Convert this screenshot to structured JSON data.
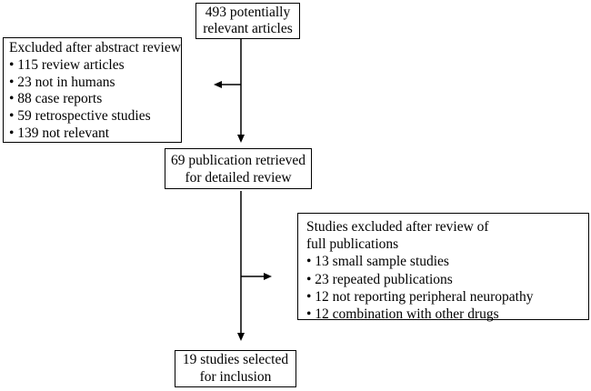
{
  "figure": {
    "colors": {
      "background": "#ffffff",
      "border": "#000000",
      "text": "#000000",
      "arrow": "#000000"
    },
    "boxes": {
      "identified": {
        "lines": [
          "493 potentially",
          "relevant articles"
        ]
      },
      "excluded_abstract": {
        "title": "Excluded after abstract review",
        "items": [
          "• 115 review articles",
          "• 23 not in humans",
          "• 88 case reports",
          "• 59 retrospective studies",
          "• 139 not relevant"
        ]
      },
      "retrieved": {
        "lines": [
          "69 publication retrieved",
          "for detailed review"
        ]
      },
      "excluded_full": {
        "title_lines": [
          "Studies excluded after review of",
          "full publications"
        ],
        "items": [
          "• 13 small sample studies",
          "• 23 repeated publications",
          "• 12 not reporting peripheral neuropathy",
          "• 12 combination with other drugs"
        ]
      },
      "included": {
        "lines": [
          "19 studies selected",
          "for inclusion"
        ]
      }
    }
  }
}
